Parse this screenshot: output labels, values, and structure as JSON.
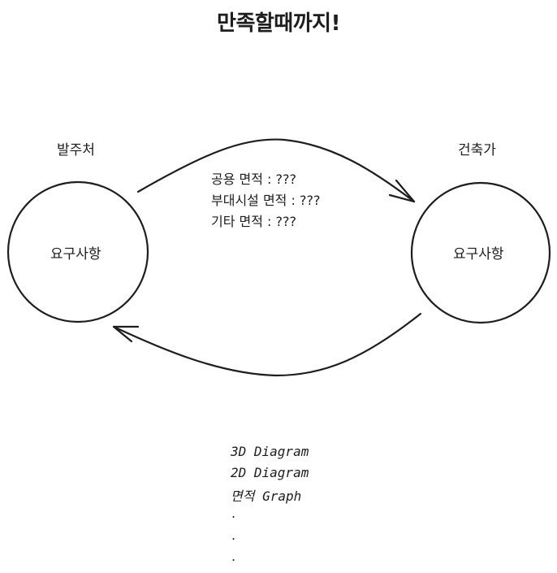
{
  "title": "만족할때까지!",
  "nodes": {
    "client": {
      "label": "발주처",
      "inner": "요구사항"
    },
    "architect": {
      "label": "건축가",
      "inner": "요구사항"
    }
  },
  "requirements": [
    "공용 면적 : ???",
    "부대시설 면적 : ???",
    "기타 면적 : ???"
  ],
  "deliverables": [
    "3D Diagram",
    "2D Diagram",
    "면적 Graph",
    ".",
    ".",
    "."
  ],
  "colors": {
    "stroke": "#1e1e1e",
    "background": "#ffffff"
  }
}
